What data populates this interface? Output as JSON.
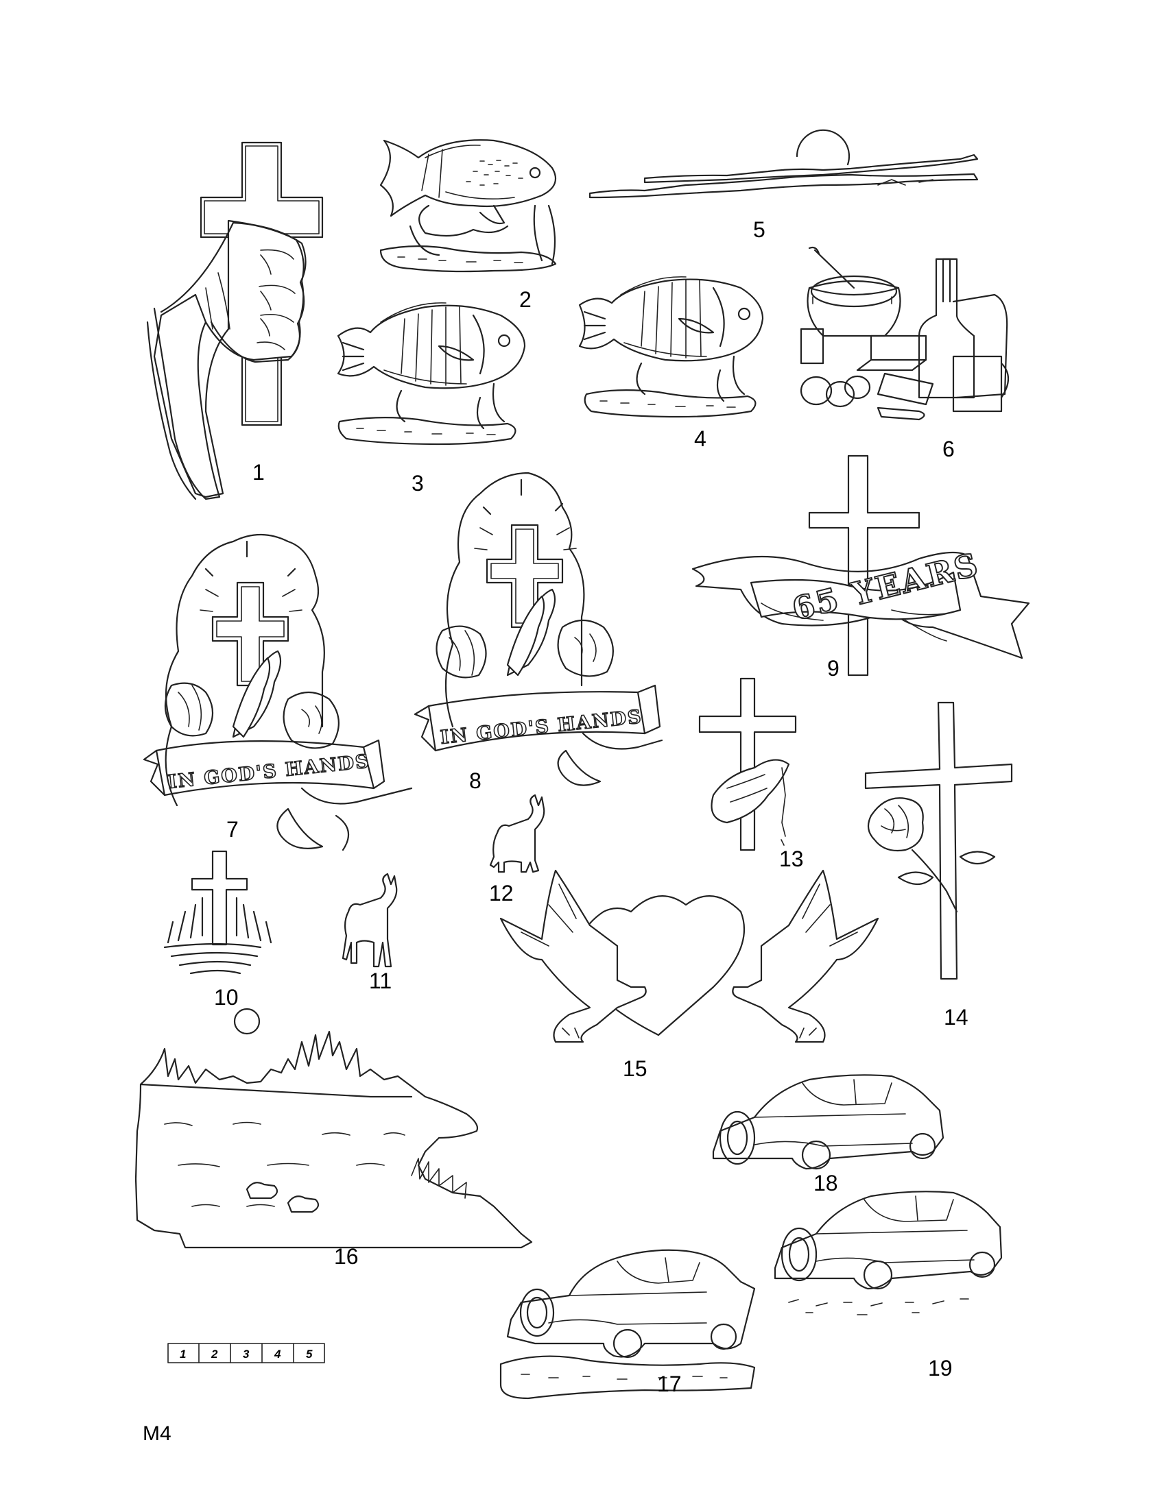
{
  "page_code": "M4",
  "scale_labels": [
    "1",
    "2",
    "3",
    "4",
    "5"
  ],
  "patterns": [
    {
      "number": "1",
      "icon": "hand-holding-cross-icon"
    },
    {
      "number": "2",
      "icon": "fish-on-weeds-icon"
    },
    {
      "number": "3",
      "icon": "bluegill-fish-icon"
    },
    {
      "number": "4",
      "icon": "bluegill-fish-icon"
    },
    {
      "number": "5",
      "icon": "moon-over-clouds-icon"
    },
    {
      "number": "6",
      "icon": "baking-kitchen-icon"
    },
    {
      "number": "7",
      "icon": "praying-hands-cross-banner-icon",
      "banner": "IN GOD'S HANDS"
    },
    {
      "number": "8",
      "icon": "praying-hands-cross-banner-icon",
      "banner": "IN GOD'S HANDS"
    },
    {
      "number": "9",
      "icon": "cross-anniversary-banner-icon",
      "banner": "65 YEARS"
    },
    {
      "number": "10",
      "icon": "cross-over-water-icon"
    },
    {
      "number": "11",
      "icon": "donkey-icon"
    },
    {
      "number": "12",
      "icon": "donkey-icon"
    },
    {
      "number": "13",
      "icon": "cross-praying-hands-rosary-icon"
    },
    {
      "number": "14",
      "icon": "cross-with-rose-icon"
    },
    {
      "number": "15",
      "icon": "doves-with-heart-icon"
    },
    {
      "number": "16",
      "icon": "lake-loons-landscape-icon"
    },
    {
      "number": "17",
      "icon": "vintage-car-icon"
    },
    {
      "number": "18",
      "icon": "vintage-car-icon"
    },
    {
      "number": "19",
      "icon": "vintage-car-icon"
    }
  ]
}
